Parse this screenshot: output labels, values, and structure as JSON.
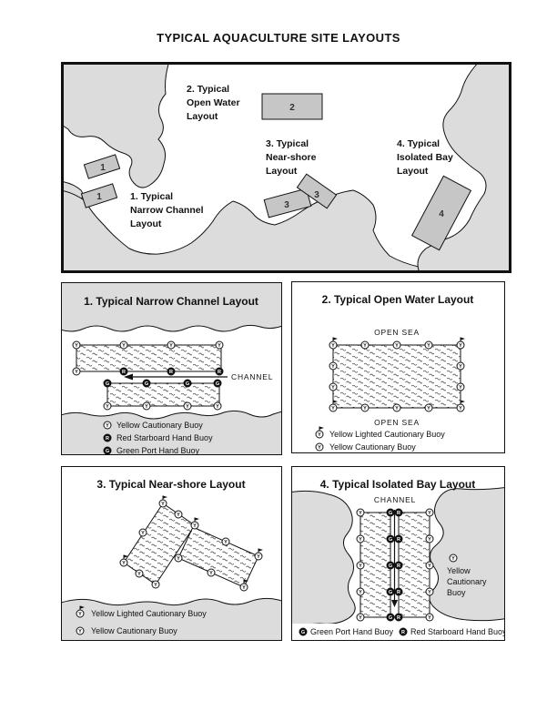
{
  "page_title": "TYPICAL AQUACULTURE SITE LAYOUTS",
  "colors": {
    "land": "#dcdcdc",
    "site_fill": "#c6c6c6",
    "ink": "#1a1a1a"
  },
  "buoy_letters": {
    "yellow": "Y",
    "red": "R",
    "green": "G"
  },
  "overview": {
    "site_labels": [
      {
        "lines": [
          "1. Typical",
          "Narrow Channel",
          "Layout"
        ]
      },
      {
        "lines": [
          "2. Typical",
          "Open Water",
          "Layout"
        ]
      },
      {
        "lines": [
          "3. Typical",
          "Near-shore",
          "Layout"
        ]
      },
      {
        "lines": [
          "4. Typical",
          "Isolated Bay",
          "Layout"
        ]
      }
    ],
    "site_numbers": [
      "1",
      "1",
      "2",
      "3",
      "3",
      "4"
    ]
  },
  "panels": [
    {
      "title": "1. Typical Narrow Channel Layout",
      "channel_label": "CHANNEL",
      "legend": [
        {
          "symbol": "yellow-cautionary-buoy",
          "label": "Yellow Cautionary Buoy"
        },
        {
          "symbol": "red-starboard-hand-buoy",
          "label": "Red Starboard Hand Buoy"
        },
        {
          "symbol": "green-port-hand-buoy",
          "label": "Green Port Hand Buoy"
        }
      ]
    },
    {
      "title": "2. Typical Open Water Layout",
      "sea_label_top": "OPEN SEA",
      "sea_label_bottom": "OPEN SEA",
      "legend": [
        {
          "symbol": "yellow-lighted-cautionary-buoy",
          "label": "Yellow Lighted Cautionary Buoy"
        },
        {
          "symbol": "yellow-cautionary-buoy",
          "label": "Yellow Cautionary Buoy"
        }
      ]
    },
    {
      "title": "3. Typical Near-shore Layout",
      "legend": [
        {
          "symbol": "yellow-lighted-cautionary-buoy",
          "label": "Yellow Lighted Cautionary Buoy"
        },
        {
          "symbol": "yellow-cautionary-buoy",
          "label": "Yellow Cautionary Buoy"
        }
      ]
    },
    {
      "title": "4. Typical Isolated Bay Layout",
      "channel_label": "CHANNEL",
      "callout_lines": [
        "Yellow",
        "Cautionary",
        "Buoy"
      ],
      "legend": [
        {
          "symbol": "green-port-hand-buoy",
          "label": "Green Port Hand Buoy"
        },
        {
          "symbol": "red-starboard-hand-buoy",
          "label": "Red Starboard Hand Buoy"
        }
      ]
    }
  ]
}
